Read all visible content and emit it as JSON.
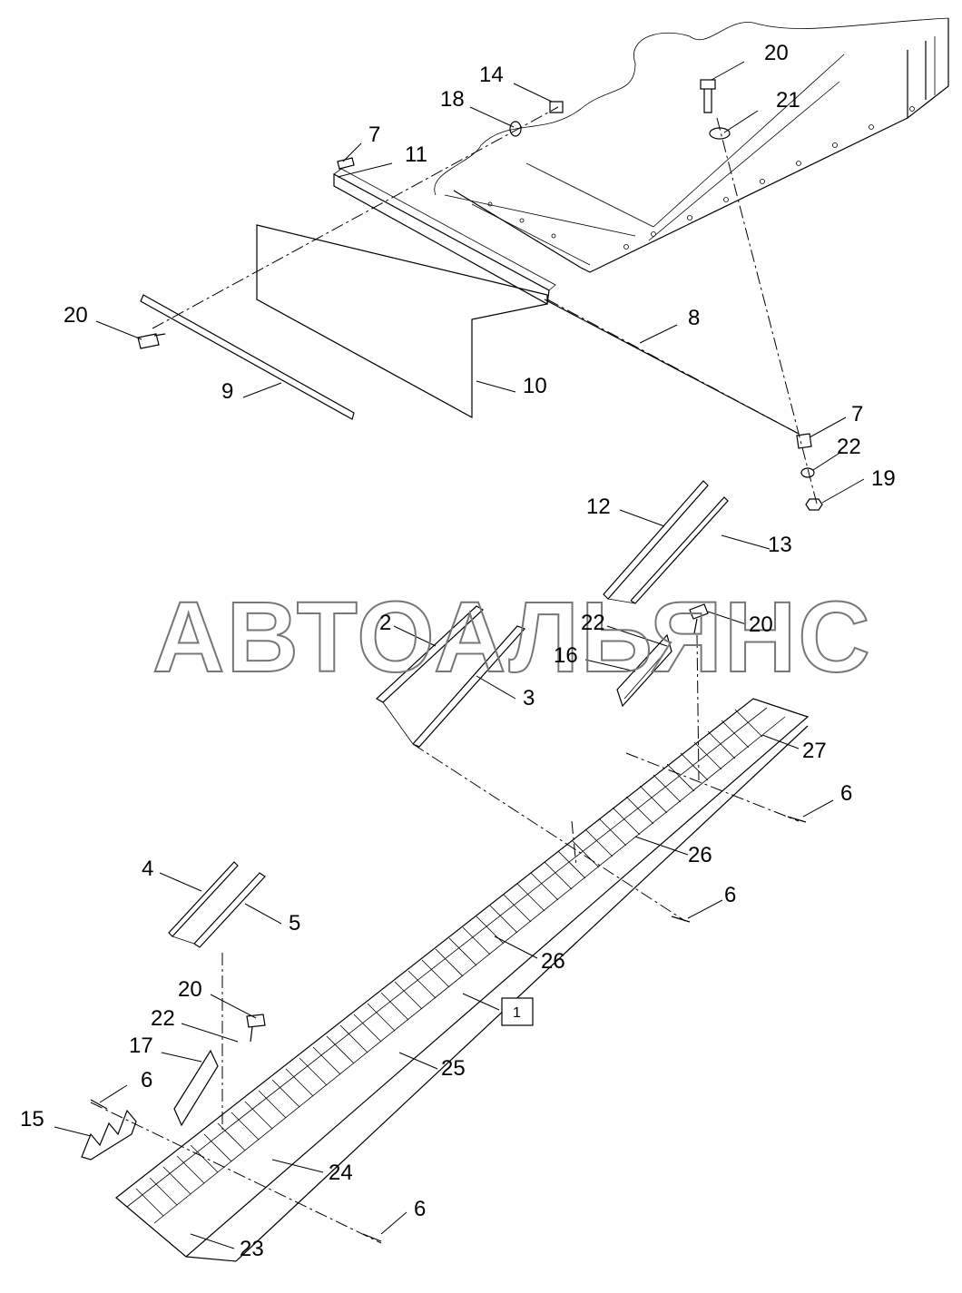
{
  "watermark": "АВТОАЛЬЯНС",
  "callouts": [
    {
      "id": "c14",
      "text": "14"
    },
    {
      "id": "c18",
      "text": "18"
    },
    {
      "id": "c20a",
      "text": "20"
    },
    {
      "id": "c21",
      "text": "21"
    },
    {
      "id": "c7a",
      "text": "7"
    },
    {
      "id": "c11",
      "text": "11"
    },
    {
      "id": "c20b",
      "text": "20"
    },
    {
      "id": "c8",
      "text": "8"
    },
    {
      "id": "c9",
      "text": "9"
    },
    {
      "id": "c10",
      "text": "10"
    },
    {
      "id": "c7b",
      "text": "7"
    },
    {
      "id": "c22a",
      "text": "22"
    },
    {
      "id": "c19",
      "text": "19"
    },
    {
      "id": "c12",
      "text": "12"
    },
    {
      "id": "c13",
      "text": "13"
    },
    {
      "id": "c2",
      "text": "2"
    },
    {
      "id": "c22b",
      "text": "22"
    },
    {
      "id": "c20c",
      "text": "20"
    },
    {
      "id": "c16",
      "text": "16"
    },
    {
      "id": "c3",
      "text": "3"
    },
    {
      "id": "c27",
      "text": "27"
    },
    {
      "id": "c6a",
      "text": "6"
    },
    {
      "id": "c26a",
      "text": "26"
    },
    {
      "id": "c6b",
      "text": "6"
    },
    {
      "id": "c4",
      "text": "4"
    },
    {
      "id": "c5",
      "text": "5"
    },
    {
      "id": "c26b",
      "text": "26"
    },
    {
      "id": "c20d",
      "text": "20"
    },
    {
      "id": "c22c",
      "text": "22"
    },
    {
      "id": "c17",
      "text": "17"
    },
    {
      "id": "c25",
      "text": "25"
    },
    {
      "id": "c6c",
      "text": "6"
    },
    {
      "id": "c15",
      "text": "15"
    },
    {
      "id": "c24",
      "text": "24"
    },
    {
      "id": "c6d",
      "text": "6"
    },
    {
      "id": "c23",
      "text": "23"
    }
  ],
  "assembly_box": "1"
}
